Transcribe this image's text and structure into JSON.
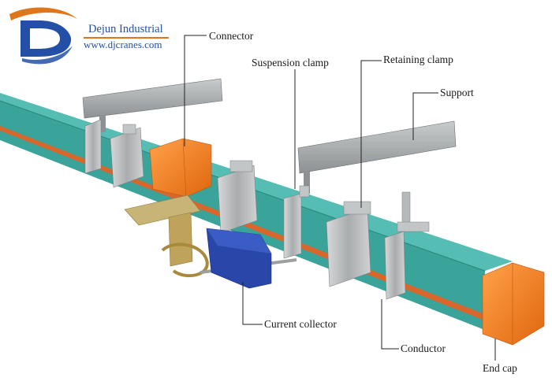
{
  "brand": {
    "name": "Dejun Industrial",
    "website": "www.djcranes.com",
    "logo_letter": "D"
  },
  "labels": {
    "connector": "Connector",
    "suspension_clamp": "Suspension clamp",
    "retaining_clamp": "Retaining clamp",
    "support": "Support",
    "current_collector": "Current collector",
    "conductor": "Conductor",
    "end_cap": "End cap"
  },
  "colors": {
    "conductor": "#3aa39a",
    "conductor_top": "#4fb7ad",
    "conductor_stripe": "#d9662a",
    "end_cap": "#f07a1e",
    "connector": "#f07a1e",
    "clamp_metal": "#b9bcbe",
    "support_steel": "#9a9d9f",
    "collector_body": "#2847a8",
    "collector_arm": "#bfa35a",
    "logo_blue": "#2350a6",
    "logo_orange": "#e0761c",
    "leader_line": "#222222"
  }
}
